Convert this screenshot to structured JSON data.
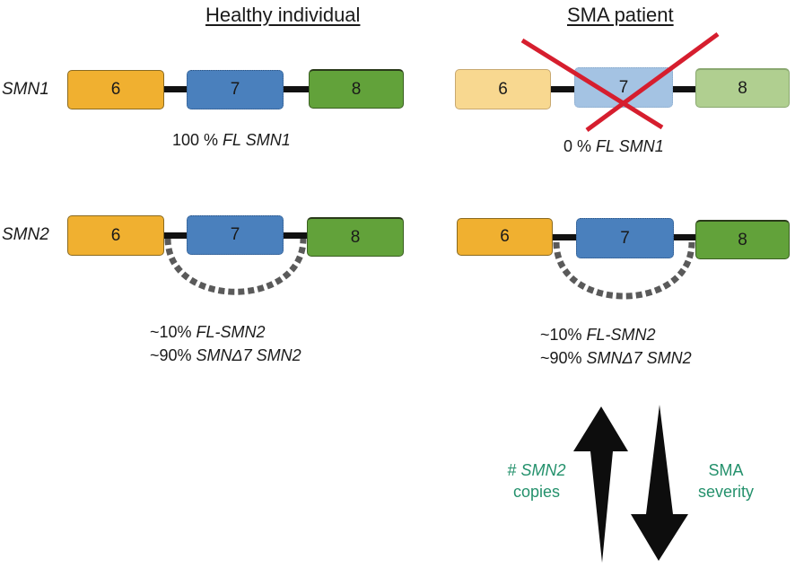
{
  "headings": {
    "healthy": "Healthy individual",
    "patient": "SMA patient"
  },
  "gene_labels": {
    "smn1": "SMN1",
    "smn2": "SMN2"
  },
  "exons": {
    "e6": "6",
    "e7": "7",
    "e8": "8"
  },
  "colors": {
    "exon6": "#f0b030",
    "exon7": "#4a80bd",
    "exon8": "#62a23a",
    "cross": "#d61e2e",
    "skip_arc": "#5a5a5a",
    "annotation": "#24916c"
  },
  "captions": {
    "healthy_smn1": {
      "prefix": "100 % ",
      "italic": "FL SMN1"
    },
    "patient_smn1": {
      "prefix": "0 % ",
      "italic": "FL SMN1"
    },
    "healthy_smn2": {
      "line1_prefix": "~10% ",
      "line1_italic": "FL-SMN2",
      "line2_prefix": "~90% ",
      "line2_italic": "SMNΔ7 SMN2"
    },
    "patient_smn2": {
      "line1_prefix": "~10% ",
      "line1_italic": "FL-SMN2",
      "line2_prefix": "~90% ",
      "line2_italic": "SMNΔ7 SMN2"
    }
  },
  "relationship": {
    "left_line1_prefix": "# ",
    "left_line1_italic": "SMN2",
    "left_line2": "copies",
    "left_direction": "up",
    "right_line1": "SMA",
    "right_line2": "severity",
    "right_direction": "down"
  }
}
